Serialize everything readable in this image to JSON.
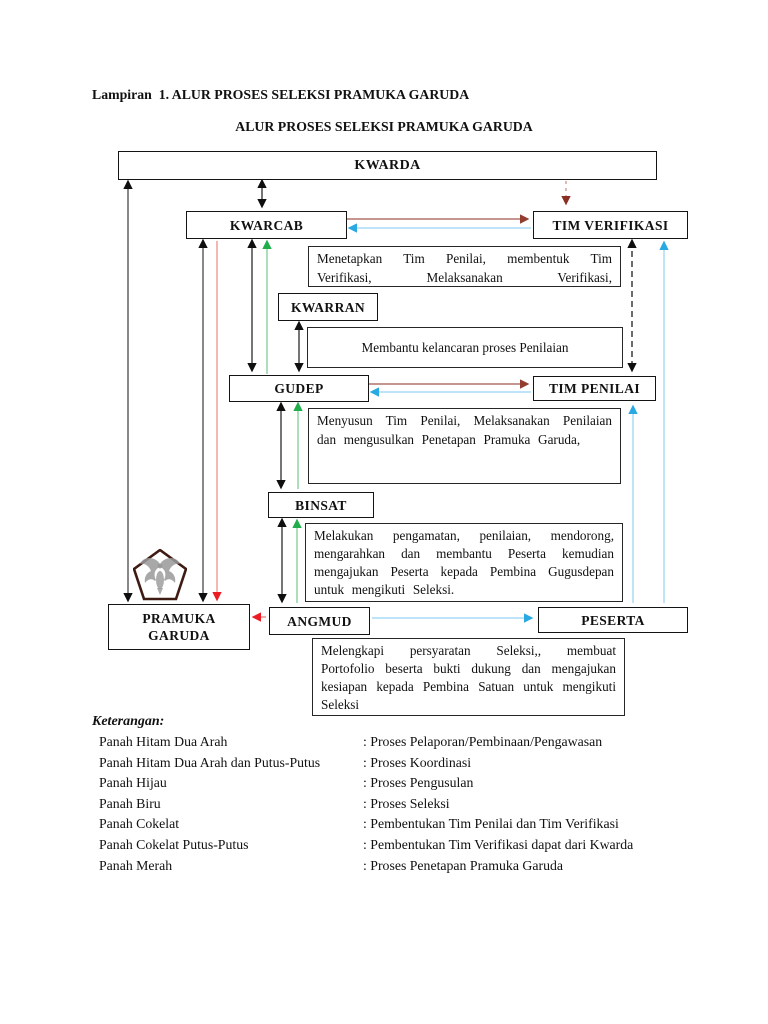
{
  "page": {
    "heading_line1": "Lampiran  1. ALUR PROSES SELEKSI PRAMUKA GARUDA",
    "heading_line2": "ALUR PROSES SELEKSI PRAMUKA GARUDA"
  },
  "diagram": {
    "nodes": {
      "kwarda": "KWARDA",
      "kwarcab": "KWARCAB",
      "tim_verifikasi": "TIM VERIFIKASI",
      "kwarran": "KWARRAN",
      "gudep": "GUDEP",
      "tim_penilai": "TIM PENILAI",
      "binsat": "BINSAT",
      "pramuka_garuda_line1": "PRAMUKA",
      "pramuka_garuda_line2": "GARUDA",
      "angmud": "ANGMUD",
      "peserta": "PESERTA"
    },
    "notes": {
      "kwarcab_note": "Menetapkan Tim Penilai, membentuk Tim Verifikasi, Melaksanakan Verifikasi,",
      "kwarran_note": "Membantu kelancaran proses Penilaian",
      "gudep_note": "Menyusun Tim Penilai, Melaksanakan Penilaian dan mengusulkan Penetapan Pramuka Garuda,",
      "binsat_note": "Melakukan pengamatan, penilaian, mendorong, mengarahkan dan membantu Peserta kemudian mengajukan Peserta kepada Pembina Gugusdepan untuk mengikuti Seleksi.",
      "angmud_note": "Melengkapi persyaratan Seleksi,, membuat Portofolio beserta bukti dukung dan mengajukan kesiapan kepada Pembina Satuan untuk mengikuti Seleksi"
    }
  },
  "colors": {
    "black_line": "#3a3a3a",
    "black_head": "#0f0f0f",
    "green_line": "#95d7a8",
    "green_head": "#1fae4a",
    "blue_line": "#a8dcf7",
    "blue_head": "#29a9e1",
    "brown_line": "#b2736c",
    "brown_head": "#943c30",
    "brown_dash_line": "#c99490",
    "brown_dash_head": "#8b2e23",
    "red_line": "#f0908a",
    "red_head": "#ec1c24",
    "pentagon_outline": "#3e1b12",
    "eagle_gray": "#999999"
  },
  "legend": {
    "title": "Keterangan:",
    "rows": [
      {
        "label": "Panah Hitam Dua Arah",
        "value": ": Proses Pelaporan/Pembinaan/Pengawasan"
      },
      {
        "label": "Panah Hitam Dua Arah dan Putus-Putus",
        "value": ": Proses Koordinasi"
      },
      {
        "label": "Panah Hijau",
        "value": ": Proses Pengusulan"
      },
      {
        "label": "Panah Biru",
        "value": ": Proses Seleksi"
      },
      {
        "label": "Panah Cokelat",
        "value": ": Pembentukan Tim Penilai dan Tim Verifikasi"
      },
      {
        "label": "Panah Cokelat Putus-Putus",
        "value": ": Pembentukan Tim Verifikasi dapat dari Kwarda"
      },
      {
        "label": "Panah Merah",
        "value": ": Proses Penetapan Pramuka Garuda"
      }
    ]
  }
}
